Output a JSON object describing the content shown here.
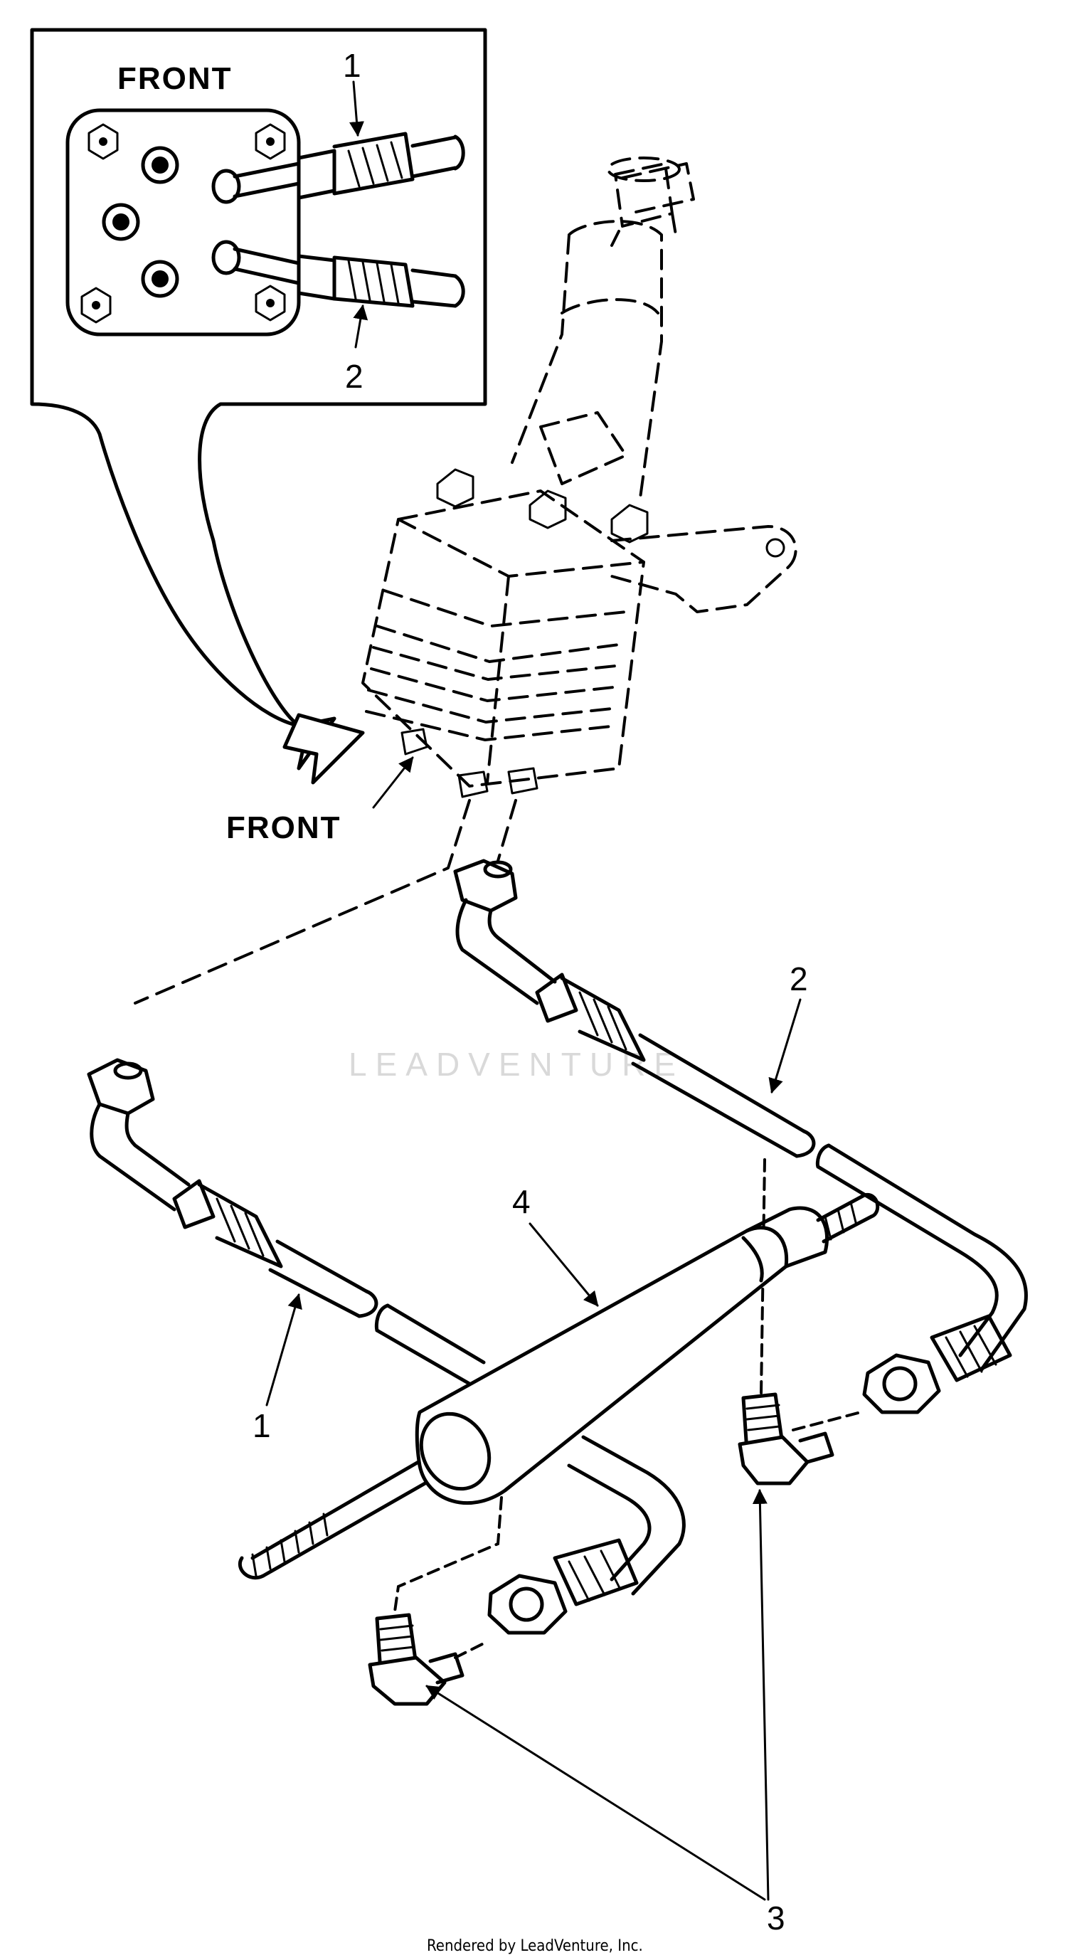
{
  "inset": {
    "front_label": "FRONT",
    "callout_1": "1",
    "callout_2": "2"
  },
  "main": {
    "front_label": "FRONT",
    "callout_1": "1",
    "callout_2": "2",
    "callout_3": "3",
    "callout_4": "4"
  },
  "watermark": "LEADVENTURE",
  "footer": {
    "credit": "Rendered by LeadVenture, Inc."
  }
}
